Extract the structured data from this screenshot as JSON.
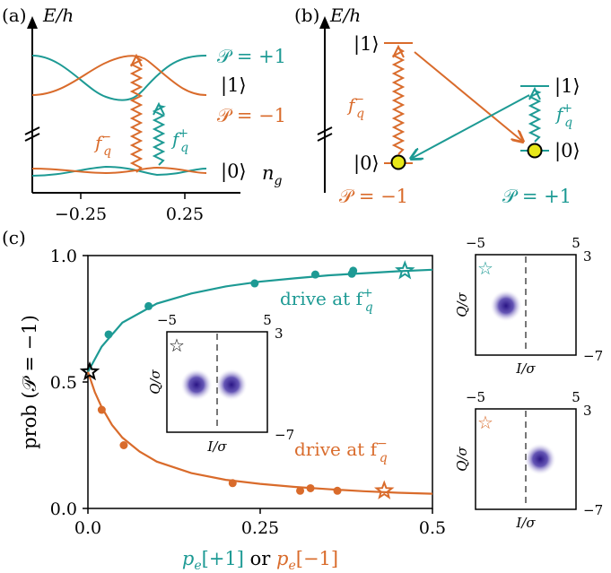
{
  "colors": {
    "teal": "#1d9a94",
    "orange": "#d96b2b",
    "black": "#000000",
    "gray": "#777777",
    "yellow": "#e8e81a",
    "blob": "#2e1a8a"
  },
  "panel_a": {
    "label": "(a)",
    "axis_title": "E/h",
    "x_axis_label": "n",
    "x_axis_label_sub": "g",
    "ticks": [
      "−0.25",
      "0.25"
    ],
    "parity_plus": "𝒫 = +1",
    "parity_minus": "𝒫 = −1",
    "state_1": "|1⟩",
    "state_0": "|0⟩",
    "fq_minus": "f",
    "fq_minus_sub": "q",
    "fq_minus_sup": "−",
    "fq_plus": "f",
    "fq_plus_sub": "q",
    "fq_plus_sup": "+"
  },
  "panel_b": {
    "label": "(b)",
    "axis_title": "E/h",
    "left_state_1": "|1⟩",
    "left_state_0": "|0⟩",
    "right_state_1": "|1⟩",
    "right_state_0": "|0⟩",
    "fq_minus": "f",
    "fq_minus_sub": "q",
    "fq_minus_sup": "−",
    "fq_plus": "f",
    "fq_plus_sub": "q",
    "fq_plus_sup": "+",
    "parity_minus": "𝒫 = −1",
    "parity_plus": "𝒫 = +1"
  },
  "panel_c": {
    "label": "(c)",
    "ylabel": "prob (𝒫 = −1)",
    "xlabel_p1": "p",
    "xlabel_p1_sub": "e",
    "xlabel_p1_arg": "[+1]",
    "xlabel_or": " or ",
    "xlabel_p2": "p",
    "xlabel_p2_sub": "e",
    "xlabel_p2_arg": "[−1]",
    "yticks": [
      "0.0",
      "0.5",
      "1.0"
    ],
    "xticks": [
      "0.0",
      "0.25",
      "0.5"
    ],
    "drive_plus": "drive at f",
    "drive_plus_sub": "q",
    "drive_plus_sup": "+",
    "drive_minus": "drive at f",
    "drive_minus_sub": "q",
    "drive_minus_sup": "−",
    "star_glyph": "☆"
  },
  "insets": {
    "xmin": "−5",
    "xmax": "5",
    "ymax": "3",
    "ymin": "−7",
    "xlabel": "I/σ",
    "ylabel": "Q/σ"
  },
  "chart_data": {
    "type": "scatter",
    "xlim": [
      0,
      0.5
    ],
    "ylim": [
      0,
      1
    ],
    "series": [
      {
        "name": "drive at f_q^+",
        "color": "#1d9a94",
        "x": [
          0.03,
          0.088,
          0.242,
          0.33,
          0.383,
          0.385
        ],
        "y": [
          0.688,
          0.8,
          0.89,
          0.925,
          0.928,
          0.94
        ],
        "star": [
          0.46,
          0.94
        ],
        "fit": [
          [
            0.0,
            0.54
          ],
          [
            0.02,
            0.64
          ],
          [
            0.05,
            0.735
          ],
          [
            0.1,
            0.81
          ],
          [
            0.15,
            0.85
          ],
          [
            0.2,
            0.878
          ],
          [
            0.25,
            0.897
          ],
          [
            0.3,
            0.91
          ],
          [
            0.35,
            0.922
          ],
          [
            0.4,
            0.93
          ],
          [
            0.45,
            0.938
          ],
          [
            0.5,
            0.944
          ]
        ]
      },
      {
        "name": "drive at f_q^-",
        "color": "#d96b2b",
        "x": [
          0.02,
          0.052,
          0.21,
          0.308,
          0.323,
          0.362
        ],
        "y": [
          0.39,
          0.25,
          0.1,
          0.07,
          0.08,
          0.07
        ],
        "star": [
          0.43,
          0.07
        ],
        "fit": [
          [
            0.0,
            0.54
          ],
          [
            0.01,
            0.46
          ],
          [
            0.02,
            0.4
          ],
          [
            0.035,
            0.33
          ],
          [
            0.05,
            0.28
          ],
          [
            0.075,
            0.225
          ],
          [
            0.1,
            0.185
          ],
          [
            0.15,
            0.14
          ],
          [
            0.2,
            0.113
          ],
          [
            0.25,
            0.097
          ],
          [
            0.3,
            0.085
          ],
          [
            0.35,
            0.076
          ],
          [
            0.4,
            0.068
          ],
          [
            0.45,
            0.062
          ],
          [
            0.5,
            0.058
          ]
        ]
      }
    ],
    "shared_start_star": [
      0.0,
      0.54
    ]
  }
}
